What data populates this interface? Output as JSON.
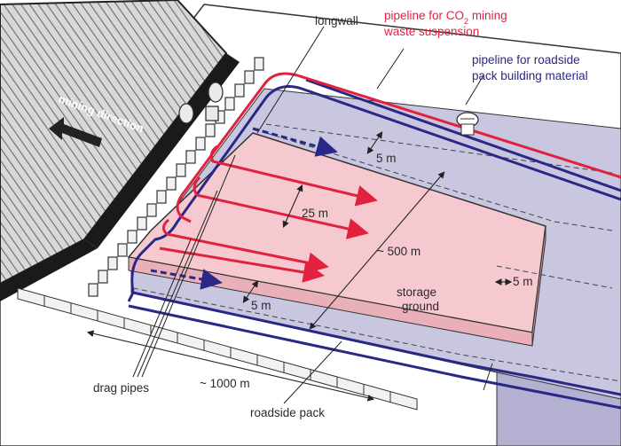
{
  "labels": {
    "longwall": "longwall",
    "pipeline_co2_line1_a": "pipeline for CO",
    "pipeline_co2_sub": "2",
    "pipeline_co2_line1_b": " mining",
    "pipeline_co2_line2": "waste suspension",
    "pipeline_roadside_line1": "pipeline for roadside",
    "pipeline_roadside_line2": "pack building material",
    "mining_direction": "mining direction",
    "dim_5m_top": "5 m",
    "dim_25m": "25 m",
    "dim_500m": "~ 500 m",
    "dim_5m_right": "5 m",
    "dim_5m_bottom": "5 m",
    "storage_line1": "storage",
    "storage_line2": "ground",
    "dim_1000m": "~ 1000 m",
    "drag_pipes": "drag pipes",
    "roadside_pack": "roadside pack"
  },
  "colors": {
    "co2_pipe": "#e2213f",
    "roadside_pipe": "#2a2886",
    "storage_fill": "#f6c9d0",
    "pack_fill": "#c9c6e0",
    "hatch": "#555555"
  }
}
